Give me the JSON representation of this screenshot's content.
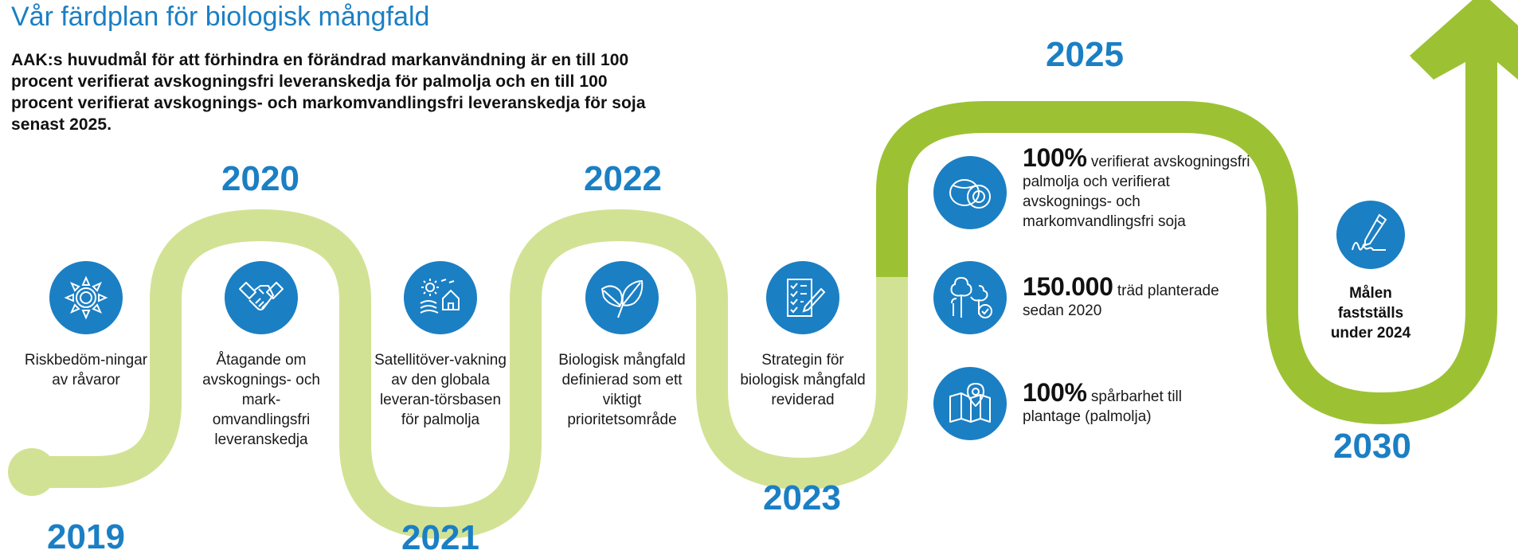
{
  "header": {
    "title": "Vår färdplan för biologisk mångfald",
    "intro": "AAK:s huvudmål för att förhindra en förändrad markanvändning är en till 100 procent verifierat avskogningsfri leveranskedja för palmolja och en till 100 procent verifierat avskognings- och markomvandlingsfri leveranskedja för soja senast 2025."
  },
  "colors": {
    "path_light": "#d2e294",
    "path_dark": "#9cc234",
    "accent_blue": "#1b7fc4"
  },
  "years": {
    "y2019": "2019",
    "y2020": "2020",
    "y2021": "2021",
    "y2022": "2022",
    "y2023": "2023",
    "y2025": "2025",
    "y2030": "2030"
  },
  "steps": [
    {
      "icon": "sunflower-icon",
      "text": "Riskbedöm-ningar av råvaror"
    },
    {
      "icon": "handshake-icon",
      "text": "Åtagande om avskognings- och mark-omvandlingsfri leveranskedja"
    },
    {
      "icon": "satellite-house-icon",
      "text": "Satellitöver-vakning av den globala leveran-törsbasen för palmolja"
    },
    {
      "icon": "leaves-icon",
      "text": "Biologisk mångfald definierad som ett viktigt prioritetsområde"
    },
    {
      "icon": "checklist-pen-icon",
      "text": "Strategin för biologisk mångfald reviderad"
    }
  ],
  "facts": [
    {
      "icon": "palm-fruit-icon",
      "big": "100%",
      "rest": " verifierat avskogningsfri palmolja och verifierat avskognings- och markomvandlingsfri soja"
    },
    {
      "icon": "trees-icon",
      "big": "150.000",
      "rest": " träd planterade sedan 2020"
    },
    {
      "icon": "map-pin-icon",
      "big": "100%",
      "rest": " spårbarhet till plantage (palmolja)"
    }
  ],
  "goal": {
    "icon": "signature-pen-icon",
    "text": "Målen fastställs under 2024"
  }
}
